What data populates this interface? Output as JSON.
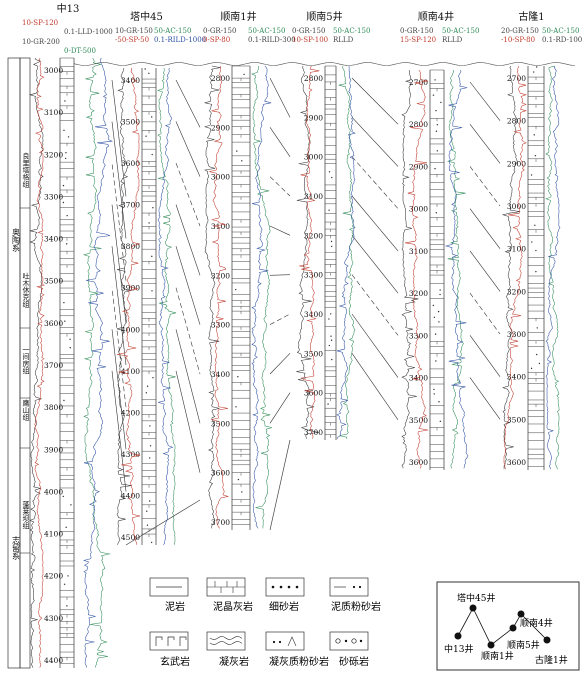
{
  "wells": [
    {
      "id": "zhong13",
      "name": "中13",
      "headers": [
        {
          "text": "10-SP-120",
          "color": "#c0392b"
        },
        {
          "text": "0.1-LLD-1000",
          "color": "#444444"
        },
        {
          "text": "10-GR-200",
          "color": "#444444"
        },
        {
          "text": "0-DT-500",
          "color": "#2e8b57"
        }
      ],
      "depths": [
        "3000",
        "3100",
        "3200",
        "3300",
        "3400",
        "3500",
        "3600",
        "3700",
        "3800",
        "3900",
        "4000",
        "4100",
        "4200",
        "4300",
        "4400"
      ]
    },
    {
      "id": "tazhong45",
      "name": "塔中45",
      "headers": [
        {
          "text": "10-GR-150",
          "color": "#444444"
        },
        {
          "text": "50-AC-150",
          "color": "#2e8b57"
        },
        {
          "text": "-50-SP-50",
          "color": "#c0392b"
        },
        {
          "text": "0.1-RILD-1000",
          "color": "#2c4fa3"
        }
      ],
      "depths": [
        "3400",
        "3500",
        "3600",
        "3700",
        "3800",
        "3900",
        "4000",
        "4100",
        "4200",
        "4300",
        "4400",
        "4500"
      ]
    },
    {
      "id": "shunnan1",
      "name": "顺南1井",
      "headers": [
        {
          "text": "0-GR-150",
          "color": "#444444"
        },
        {
          "text": "50-AC-150",
          "color": "#2e8b57"
        },
        {
          "text": "0-SP-80",
          "color": "#c0392b"
        },
        {
          "text": "0.1-RILD-300",
          "color": "#444444"
        }
      ],
      "depths": [
        "2800",
        "2900",
        "3000",
        "3100",
        "3200",
        "3300",
        "3400",
        "3500",
        "3600",
        "3700"
      ]
    },
    {
      "id": "shunnan5",
      "name": "顺南5井",
      "headers": [
        {
          "text": "0-GR-150",
          "color": "#444444"
        },
        {
          "text": "50-AC-150",
          "color": "#2e8b57"
        },
        {
          "text": "10-SP-100",
          "color": "#c0392b"
        },
        {
          "text": "RLLD",
          "color": "#444444"
        }
      ],
      "depths": [
        "2800",
        "2900",
        "3000",
        "3100",
        "3200",
        "3300",
        "3400",
        "3500",
        "3600",
        "3700"
      ]
    },
    {
      "id": "shunnan4",
      "name": "顺南4井",
      "headers": [
        {
          "text": "0-GR-150",
          "color": "#444444"
        },
        {
          "text": "50-AC-150",
          "color": "#2e8b57"
        },
        {
          "text": "15-SP-120",
          "color": "#c0392b"
        },
        {
          "text": "RLLD",
          "color": "#444444"
        }
      ],
      "depths": [
        "2700",
        "2800",
        "2900",
        "3000",
        "3100",
        "3200",
        "3300",
        "3400",
        "3500",
        "3600"
      ]
    },
    {
      "id": "gulong1",
      "name": "古隆1",
      "headers": [
        {
          "text": "20-GR-150",
          "color": "#444444"
        },
        {
          "text": "50-AC-150",
          "color": "#2e8b57"
        },
        {
          "text": "-10-SP-80",
          "color": "#c0392b"
        },
        {
          "text": "0.1-RD-100",
          "color": "#444444"
        }
      ],
      "depths": [
        "2700",
        "2800",
        "2900",
        "3000",
        "3100",
        "3200",
        "3300",
        "3400",
        "3500",
        "3600"
      ]
    }
  ],
  "strat_labels": {
    "system": "奥陶系",
    "upper": "志留系",
    "subunits": [
      "良里塔格组",
      "吐木休克组",
      "一间房组",
      "鹰山组",
      "蓬莱坝组"
    ]
  },
  "legend": [
    {
      "id": "mudstone",
      "label": "泥岩"
    },
    {
      "id": "micrite",
      "label": "泥晶灰岩"
    },
    {
      "id": "fine-sand",
      "label": "细砂岩"
    },
    {
      "id": "muddy-silt",
      "label": "泥质粉砂岩"
    },
    {
      "id": "basalt",
      "label": "玄武岩"
    },
    {
      "id": "tuff",
      "label": "凝灰岩"
    },
    {
      "id": "tuff-silt",
      "label": "凝灰质粉砂岩"
    },
    {
      "id": "gravel-sand",
      "label": "砂砾岩"
    }
  ],
  "location_map": {
    "labels": [
      "塔中45井",
      "顺南4井",
      "中13井",
      "顺南1井",
      "顺南5井",
      "古隆1井"
    ]
  },
  "colors": {
    "sp": "#c0392b",
    "gr": "#333333",
    "ac": "#2e8b57",
    "rd": "#2c4fa3"
  }
}
